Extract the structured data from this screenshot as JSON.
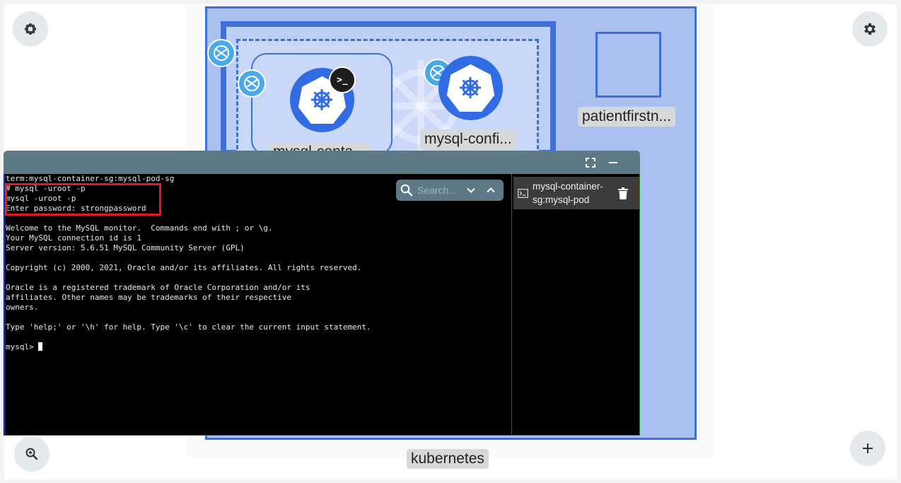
{
  "canvas": {
    "cluster_label": "kubernetes",
    "nodes": {
      "pod_label": "mysql-conta...",
      "config_label": "mysql-confi...",
      "pv_label": "patientfirstn..."
    }
  },
  "terminal": {
    "title": "term:mysql-container-sg:mysql-pod-sg",
    "lines": [
      "# mysql -uroot -p",
      "mysql -uroot -p",
      "Enter password: strongpassword",
      "",
      "Welcome to the MySQL monitor.  Commands end with ; or \\g.",
      "Your MySQL connection id is 1",
      "Server version: 5.6.51 MySQL Community Server (GPL)",
      "",
      "Copyright (c) 2000, 2021, Oracle and/or its affiliates. All rights reserved.",
      "",
      "Oracle is a registered trademark of Oracle Corporation and/or its",
      "affiliates. Other names may be trademarks of their respective",
      "owners.",
      "",
      "Type 'help;' or '\\h' for help. Type '\\c' to clear the current input statement.",
      ""
    ],
    "prompt": "mysql> ",
    "search_placeholder": "Search...",
    "session_label": "mysql-container-sg:mysql-pod"
  },
  "colors": {
    "cluster_fill": "#aac0ee",
    "cluster_border": "#3f6fd8",
    "k8s_blue": "#326ce5",
    "highlight": "#e31b1b"
  }
}
